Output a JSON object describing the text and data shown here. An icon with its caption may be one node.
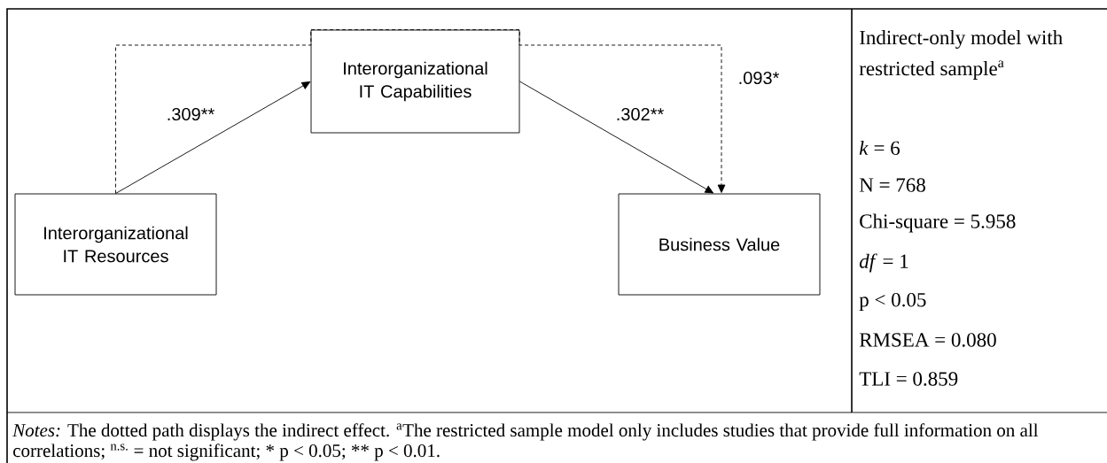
{
  "diagram": {
    "caption": "*Notes:* The dotted path displays the indirect effect. $^{a}$The restricted sample model only includes studies that provide full information on all correlations; $^{n.s.}$ = not significant; * p < 0.05; ** p < 0.01.",
    "nodes": [
      {
        "text": [
          "Interorganizational IT Resources"
        ]
      },
      {
        "text": [
          "Interorganizational IT Capabilities"
        ]
      },
      {
        "text": [
          "Business Value"
        ]
      }
    ],
    "edges": [
      {
        "from": 0,
        "to": 1,
        "arrow": "to",
        "label": ".309**"
      },
      {
        "from": 1,
        "to": 2,
        "arrow": "to",
        "label": ".302**"
      },
      {
        "from": 0,
        "to": 2,
        "arrow": "to",
        "label": ".093*",
        "style": "dashed"
      }
    ],
    "labels": [
      "Indirect-only model with restricted sample$^{a}$",
      "*k* = 6",
      "N = 768",
      "Chi-square = 5.958",
      "*df* = 1",
      "p < 0.05",
      "RMSEA = 0.080",
      "TLI = 0.859"
    ]
  }
}
